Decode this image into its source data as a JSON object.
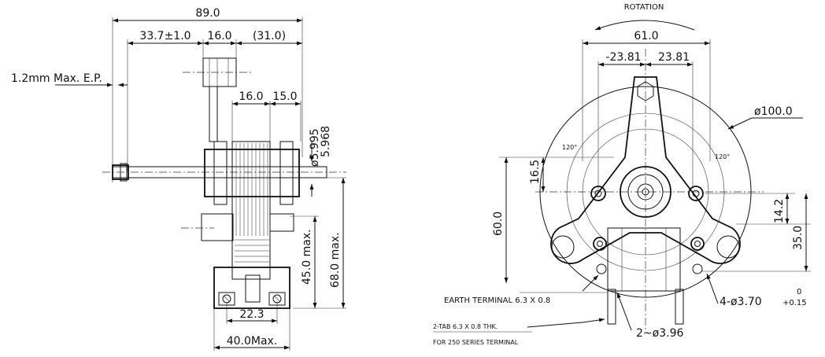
{
  "side_view": {
    "overall_length": "89.0",
    "shaft_offset": "33.7±1.0",
    "hub_width": "16.0",
    "ref_length": "(31.0)",
    "end_play": "1.2mm Max. E.P.",
    "core_left": "16.0",
    "core_right": "15.0",
    "shaft_dia_max": "5.995",
    "shaft_dia_min": "5.968",
    "height_45": "45.0 max.",
    "height_68": "68.0 max.",
    "hole_spacing": "22.3",
    "base_width": "40.0Max."
  },
  "front_view": {
    "rotation": "ROTATION",
    "width_61": "61.0",
    "hole_left": "-23.81",
    "hole_right": "23.81",
    "outer_dia": "100.0",
    "angle_left": "120°",
    "angle_right": "120°",
    "height_165": "16.5",
    "height_60": "60.0",
    "height_142": "14.2",
    "height_35": "35.0",
    "earth_terminal": "EARTH TERMINAL 6.3 X 0.8",
    "mount_holes": "4-",
    "mount_dia": "3.70",
    "tol_upper": "0",
    "tol_lower": "+0.15",
    "tab_note_1": "2-TAB 6.3 X 0.8 THK.",
    "tab_note_2": "FOR 250 SERIES TERMINAL",
    "hole_2": "2~",
    "hole_2_dia": "3.96",
    "dia_symbol": "ø"
  }
}
